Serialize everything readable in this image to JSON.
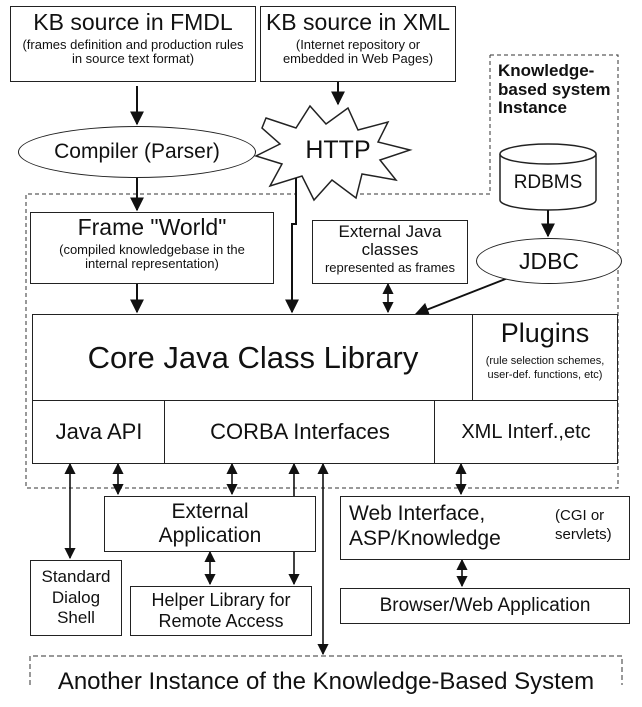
{
  "kb_fmdl": {
    "title": "KB source in FMDL",
    "subtitle": "(frames definition and production rules in source text format)"
  },
  "kb_xml": {
    "title": "KB source in XML",
    "subtitle": "(Internet repository or embedded in Web Pages)"
  },
  "instance_label": "Knowledge-based system Instance",
  "compiler": "Compiler (Parser)",
  "http": "HTTP",
  "rdbms": "RDBMS",
  "jdbc": "JDBC",
  "frame_world": {
    "title": "Frame \"World\"",
    "subtitle": "(compiled knowledgebase in the internal representation)"
  },
  "external_java": {
    "title": "External Java classes",
    "subtitle": "represented as frames"
  },
  "core_library": "Core Java Class Library",
  "plugins": {
    "title": "Plugins",
    "subtitle": "(rule selection schemes, user-def. functions, etc)"
  },
  "interfaces": {
    "java_api": "Java API",
    "corba": "CORBA Interfaces",
    "xml": "XML Interf.,etc"
  },
  "external_app": "External Application",
  "web_interface": {
    "title": "Web Interface, ASP/Knowledge",
    "note": "(CGI or servlets)"
  },
  "standard_dialog": "Standard Dialog Shell",
  "helper_library": "Helper Library for Remote Access",
  "browser_app": "Browser/Web Application",
  "another_instance": "Another Instance of the Knowledge-Based System"
}
